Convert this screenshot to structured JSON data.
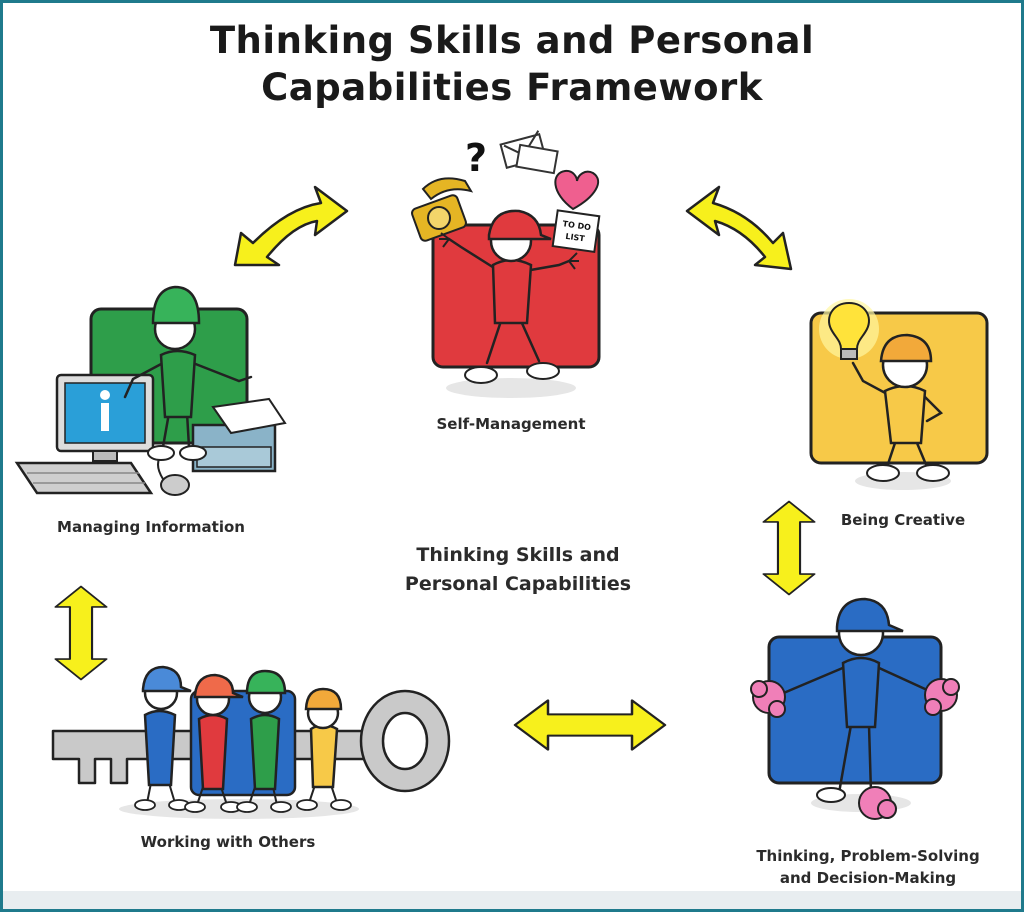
{
  "title": {
    "line1": "Thinking Skills and Personal",
    "line2": "Capabilities Framework"
  },
  "center": {
    "line1": "Thinking Skills and",
    "line2": "Personal Capabilities"
  },
  "nodes": {
    "self_management": {
      "label": "Self-Management",
      "color": "#e03a3e",
      "icon": "figure-with-phone-and-todo-list"
    },
    "being_creative": {
      "label": "Being Creative",
      "color": "#f7c948",
      "icon": "figure-with-lightbulb"
    },
    "thinking": {
      "line1": "Thinking, Problem-Solving",
      "line2": "and Decision-Making",
      "color": "#2a6cc4",
      "icon": "figure-with-pompoms"
    },
    "working_with_others": {
      "label": "Working with Others",
      "color": "#2a6cc4",
      "icon": "group-carrying-key"
    },
    "managing_information": {
      "label": "Managing Information",
      "color": "#2e9e4a",
      "icon": "figure-at-computer"
    }
  },
  "todo_note": {
    "line1": "TO DO",
    "line2": "LIST"
  },
  "colors": {
    "arrow_fill": "#f7f01c",
    "arrow_stroke": "#222222",
    "frame_border": "#1f7a8c"
  }
}
